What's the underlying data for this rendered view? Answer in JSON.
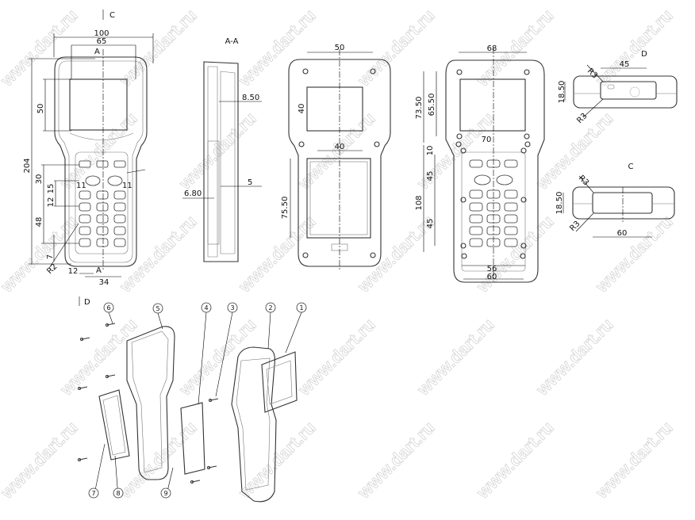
{
  "watermark": "www.dart.ru",
  "front_view": {
    "section_arrow": "C",
    "width_overall": "100",
    "width_screen": "65",
    "section_mark_top": "A",
    "screen_height": "50",
    "height_overall": "204",
    "key_block_30": "30",
    "key_15": "15",
    "key_12": "12",
    "oval_left": "11",
    "oval_right": "11",
    "key_block_48": "48",
    "key_7": "7",
    "radius": "R2",
    "key_width_12": "12",
    "key_pitch_34": "34",
    "section_mark_bottom": "A"
  },
  "section_view": {
    "title": "A-A",
    "wall_850": "8.50",
    "dim_5": "5",
    "dim_680": "6.80"
  },
  "back_view": {
    "width_50": "50",
    "height_40": "40",
    "battery_width_40": "40",
    "battery_height_7550": "75.50"
  },
  "front_view_2": {
    "width_68": "68",
    "height_7350": "73.50",
    "height_6550": "65.50",
    "width_70": "70",
    "dim_10": "10",
    "dim_45a": "45",
    "height_108": "108",
    "dim_45b": "45",
    "width_56": "56",
    "width_60": "60"
  },
  "view_d": {
    "title": "D",
    "radius_top": "R3",
    "width_45": "45",
    "height_1850": "18.50",
    "radius_bottom": "R3"
  },
  "view_c": {
    "title": "C",
    "radius_top": "R3",
    "height_1850": "18.50",
    "radius_bottom": "R3",
    "width_60": "60"
  },
  "exploded": {
    "view_arrow": "D",
    "callouts": [
      "1",
      "2",
      "3",
      "4",
      "5",
      "6",
      "7",
      "8",
      "9"
    ]
  }
}
